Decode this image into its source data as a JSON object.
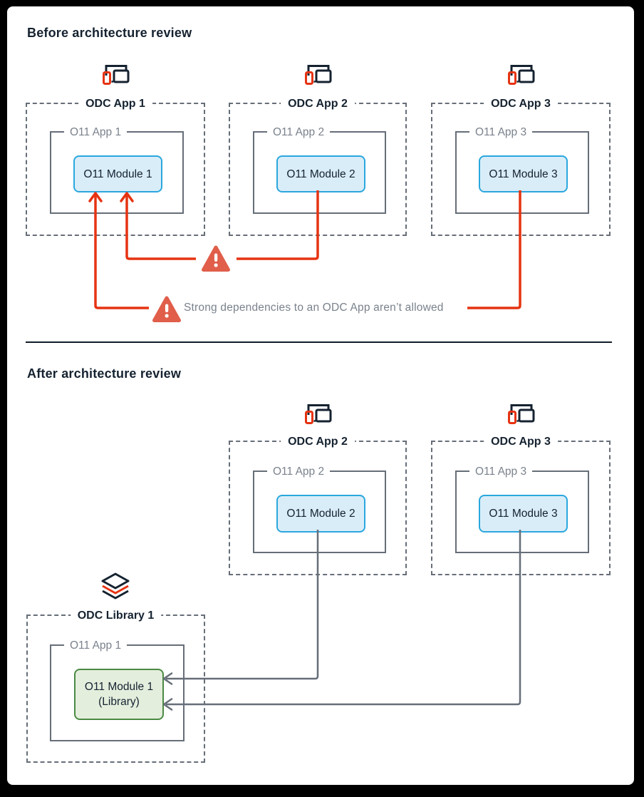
{
  "before": {
    "title": "Before architecture review",
    "apps": [
      {
        "label": "ODC App 1",
        "inner_label": "O11 App 1",
        "module_label": "O11 Module 1"
      },
      {
        "label": "ODC App 2",
        "inner_label": "O11 App 2",
        "module_label": "O11 Module 2"
      },
      {
        "label": "ODC App 3",
        "inner_label": "O11 App 3",
        "module_label": "O11 Module 3"
      }
    ],
    "warning_message": "Strong dependencies to an ODC App aren’t allowed"
  },
  "after": {
    "title": "After architecture review",
    "apps": [
      {
        "label": "ODC App 2",
        "inner_label": "O11 App 2",
        "module_label": "O11 Module 2"
      },
      {
        "label": "ODC App 3",
        "inner_label": "O11 App 3",
        "module_label": "O11 Module 3"
      }
    ],
    "library": {
      "label": "ODC Library 1",
      "inner_label": "O11 App 1",
      "module_line1": "O11 Module 1",
      "module_line2": "(Library)"
    }
  },
  "icons": {
    "odc_app": "devices-icon",
    "odc_library": "layers-icon",
    "warning": "warning-triangle-icon"
  },
  "colors": {
    "text_dark": "#152230",
    "text_gray": "#7a828c",
    "border_gray": "#666e78",
    "module_blue_fill": "#d9edf8",
    "module_blue_border": "#2ba7de",
    "module_green_fill": "#e4eedd",
    "module_green_border": "#4a8a42",
    "dependency_red": "#e63312",
    "warning_triangle": "#e05e4a",
    "frame_black": "#000000"
  }
}
